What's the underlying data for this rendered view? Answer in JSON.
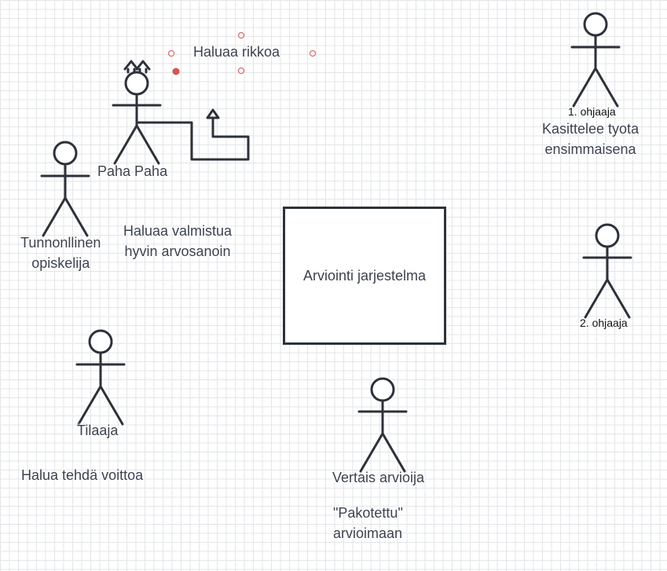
{
  "diagram": {
    "system_box": {
      "label": "Arviointi jarjestelma"
    },
    "actors": {
      "bad": {
        "name": "Paha Paha",
        "note": "Haluaa rikkoa"
      },
      "student": {
        "name_line1": "Tunnonllinen",
        "name_line2": "opiskelija",
        "note_line1": "Haluaa valmistua",
        "note_line2": "hyvin arvosanoin"
      },
      "client": {
        "name": "Tilaaja",
        "note": "Halua tehdä voittoa"
      },
      "peer": {
        "name": "Vertais arvioija",
        "note_line1": "\"Pakotettu\"",
        "note_line2": "arvioimaan"
      },
      "advisor1": {
        "name": "1. ohjaaja",
        "note_line1": "Kasittelee tyota",
        "note_line2": "ensimmaisena"
      },
      "advisor2": {
        "name": "2. ohjaaja"
      }
    },
    "colors": {
      "stroke": "#2c323a",
      "text": "#3b4350",
      "selection": "#d9534f"
    }
  }
}
